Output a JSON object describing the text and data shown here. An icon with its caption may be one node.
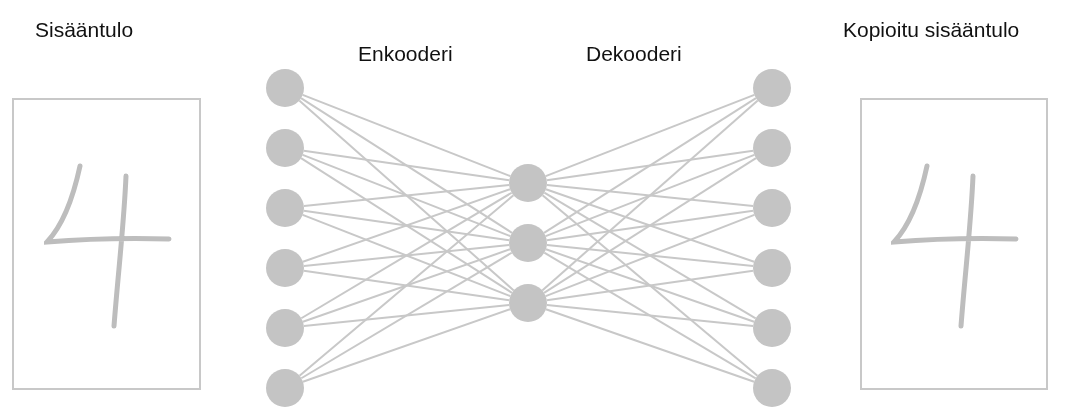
{
  "diagram": {
    "nodes": [
      {
        "text": [
          "Sisääntulo"
        ]
      },
      {
        "text": [],
        "shape": "circle"
      },
      {
        "text": [],
        "shape": "circle"
      },
      {
        "text": [],
        "shape": "circle"
      },
      {
        "text": [],
        "shape": "circle"
      },
      {
        "text": [],
        "shape": "circle"
      },
      {
        "text": [],
        "shape": "circle"
      },
      {
        "text": [],
        "shape": "circle"
      },
      {
        "text": [],
        "shape": "circle"
      },
      {
        "text": [],
        "shape": "circle"
      },
      {
        "text": [],
        "shape": "circle"
      },
      {
        "text": [],
        "shape": "circle"
      },
      {
        "text": [],
        "shape": "circle"
      },
      {
        "text": [],
        "shape": "circle"
      },
      {
        "text": [],
        "shape": "circle"
      },
      {
        "text": [],
        "shape": "circle"
      },
      {
        "text": [
          "Kopioitu sisääntulo"
        ]
      }
    ],
    "edges": [
      {
        "from": 1,
        "to": 7,
        "arrow": "none"
      },
      {
        "from": 1,
        "to": 8,
        "arrow": "none"
      },
      {
        "from": 1,
        "to": 9,
        "arrow": "none"
      },
      {
        "from": 2,
        "to": 7,
        "arrow": "none"
      },
      {
        "from": 2,
        "to": 8,
        "arrow": "none"
      },
      {
        "from": 2,
        "to": 9,
        "arrow": "none"
      },
      {
        "from": 3,
        "to": 7,
        "arrow": "none"
      },
      {
        "from": 3,
        "to": 8,
        "arrow": "none"
      },
      {
        "from": 3,
        "to": 9,
        "arrow": "none"
      },
      {
        "from": 4,
        "to": 7,
        "arrow": "none"
      },
      {
        "from": 4,
        "to": 8,
        "arrow": "none"
      },
      {
        "from": 4,
        "to": 9,
        "arrow": "none"
      },
      {
        "from": 5,
        "to": 7,
        "arrow": "none"
      },
      {
        "from": 5,
        "to": 8,
        "arrow": "none"
      },
      {
        "from": 5,
        "to": 9,
        "arrow": "none"
      },
      {
        "from": 6,
        "to": 7,
        "arrow": "none"
      },
      {
        "from": 6,
        "to": 8,
        "arrow": "none"
      },
      {
        "from": 6,
        "to": 9,
        "arrow": "none"
      },
      {
        "from": 7,
        "to": 10,
        "arrow": "none"
      },
      {
        "from": 7,
        "to": 11,
        "arrow": "none"
      },
      {
        "from": 7,
        "to": 12,
        "arrow": "none"
      },
      {
        "from": 7,
        "to": 13,
        "arrow": "none"
      },
      {
        "from": 7,
        "to": 14,
        "arrow": "none"
      },
      {
        "from": 7,
        "to": 15,
        "arrow": "none"
      },
      {
        "from": 8,
        "to": 10,
        "arrow": "none"
      },
      {
        "from": 8,
        "to": 11,
        "arrow": "none"
      },
      {
        "from": 8,
        "to": 12,
        "arrow": "none"
      },
      {
        "from": 8,
        "to": 13,
        "arrow": "none"
      },
      {
        "from": 8,
        "to": 14,
        "arrow": "none"
      },
      {
        "from": 8,
        "to": 15,
        "arrow": "none"
      },
      {
        "from": 9,
        "to": 10,
        "arrow": "none"
      },
      {
        "from": 9,
        "to": 11,
        "arrow": "none"
      },
      {
        "from": 9,
        "to": 12,
        "arrow": "none"
      },
      {
        "from": 9,
        "to": 13,
        "arrow": "none"
      },
      {
        "from": 9,
        "to": 14,
        "arrow": "none"
      },
      {
        "from": 9,
        "to": 15,
        "arrow": "none"
      }
    ],
    "labels": [
      "Enkooderi",
      "Dekooderi"
    ]
  }
}
